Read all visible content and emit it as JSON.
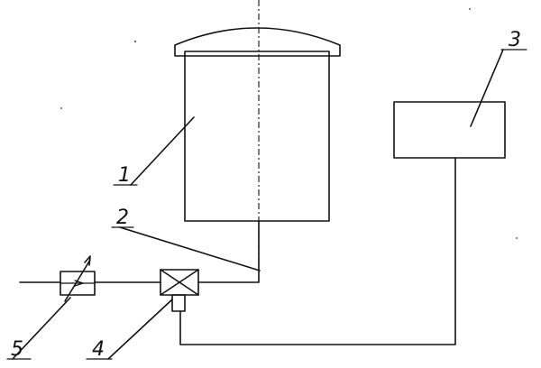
{
  "labels": {
    "tank": "1",
    "pipe": "2",
    "controller": "3",
    "valve": "4",
    "flow_meter": "5"
  },
  "colors": {
    "ink": "#111111",
    "background": "#ffffff"
  }
}
